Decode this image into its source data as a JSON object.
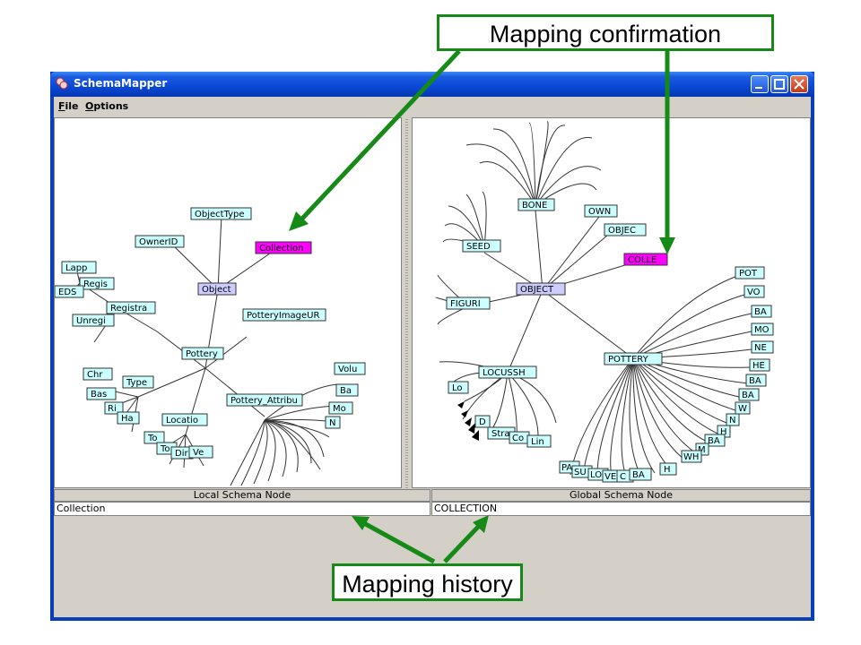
{
  "annotations": {
    "mapping_confirmation": "Mapping confirmation",
    "mapping_history": "Mapping history",
    "arrow_color": "#168a16"
  },
  "window": {
    "title": "SchemaMapper",
    "menu": [
      "File",
      "Options"
    ]
  },
  "local_schema": {
    "header": "Local Schema Node",
    "selected_value": "Collection",
    "highlight_color": "#ff00ff",
    "nodes": [
      "ObjectType",
      "OwnerID",
      "Collection",
      "Object",
      "Lapp",
      "Regis",
      "EDS",
      "Registra",
      "Unregi",
      "PotteryImageUR",
      "Pottery",
      "Chr",
      "Type",
      "Bas",
      "Ri",
      "Ha",
      "Locatio",
      "To",
      "To",
      "Dir",
      "Ve",
      "Pottery_Attribu",
      "Volu",
      "Ba",
      "Mo",
      "N"
    ]
  },
  "global_schema": {
    "header": "Global Schema Node",
    "selected_value": "COLLECTION",
    "highlight_color": "#ff00ff",
    "nodes": [
      "BONE",
      "OWN",
      "OBJEC",
      "SEED",
      "COLLE",
      "OBJECT",
      "FIGURI",
      "LOCUSSH",
      "Lo",
      "D",
      "Stra",
      "Co",
      "Lin",
      "POTTERY",
      "POT",
      "VO",
      "BA",
      "MO",
      "NE",
      "HE",
      "BA",
      "BA",
      "W",
      "N",
      "H",
      "BA",
      "M",
      "WH",
      "H",
      "PA",
      "SU",
      "LO",
      "VE",
      "C",
      "BA"
    ]
  }
}
